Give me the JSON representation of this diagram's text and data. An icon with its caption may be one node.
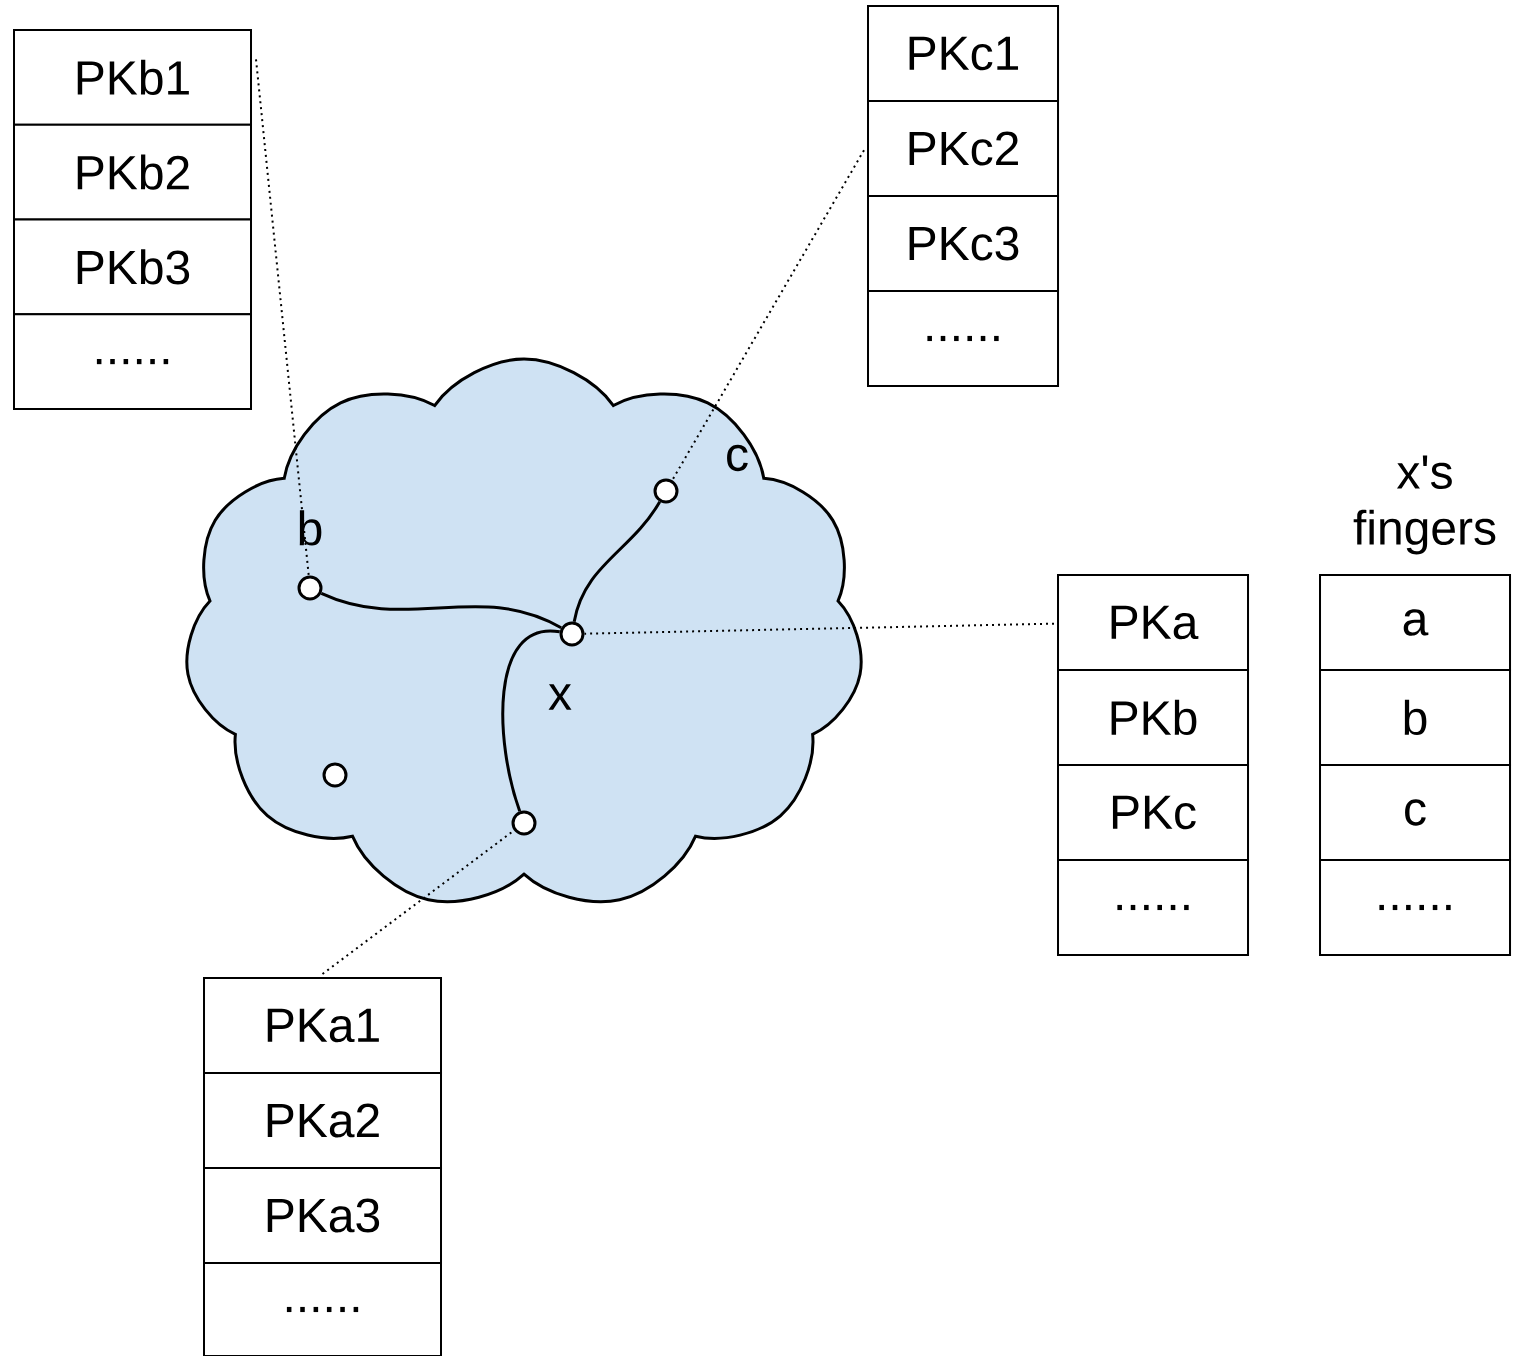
{
  "diagram": {
    "nodes": [
      {
        "text": [],
        "shape": "box"
      },
      {
        "text": [
          "PKb1"
        ],
        "in": 0
      },
      {
        "text": [
          "PKb2"
        ],
        "in": 0
      },
      {
        "text": [
          "PKb3"
        ],
        "in": 0
      },
      {
        "text": [
          "......"
        ],
        "in": 0
      },
      {
        "text": [],
        "shape": "box"
      },
      {
        "text": [
          "PKc1"
        ],
        "in": 5
      },
      {
        "text": [
          "PKc2"
        ],
        "in": 5
      },
      {
        "text": [
          "PKc3"
        ],
        "in": 5
      },
      {
        "text": [
          "......"
        ],
        "in": 5
      },
      {
        "text": [],
        "shape": "cloud"
      },
      {
        "text": [],
        "shape": "circle",
        "in": 10,
        "beside": [
          "b"
        ]
      },
      {
        "text": [],
        "shape": "circle",
        "in": 10,
        "beside": [
          "c"
        ]
      },
      {
        "text": [],
        "shape": "circle",
        "in": 10,
        "beside": [
          "x"
        ]
      },
      {
        "text": [],
        "shape": "circle",
        "in": 10
      },
      {
        "text": [],
        "shape": "circle",
        "in": 10
      },
      {
        "text": [],
        "shape": "box"
      },
      {
        "text": [
          "PKa"
        ],
        "in": 16
      },
      {
        "text": [
          "PKb"
        ],
        "in": 16
      },
      {
        "text": [
          "PKc"
        ],
        "in": 16
      },
      {
        "text": [
          "......"
        ],
        "in": 16
      },
      {
        "text": [
          "x's fingers"
        ]
      },
      {
        "text": [
          "a"
        ],
        "in": 21
      },
      {
        "text": [
          "b"
        ],
        "in": 21
      },
      {
        "text": [
          "c"
        ],
        "in": 21
      },
      {
        "text": [
          "......"
        ],
        "in": 21
      },
      {
        "text": [],
        "shape": "box"
      },
      {
        "text": [
          "PKa1"
        ],
        "in": 26
      },
      {
        "text": [
          "PKa2"
        ],
        "in": 26
      },
      {
        "text": [
          "PKa3"
        ],
        "in": 26
      },
      {
        "text": [
          "......"
        ],
        "in": 26
      }
    ],
    "edges": [
      {
        "from": 11,
        "to": 13,
        "arrow": "none"
      },
      {
        "from": 13,
        "to": 12,
        "arrow": "none"
      },
      {
        "from": 13,
        "to": 15,
        "arrow": "none"
      },
      {
        "from": 0,
        "to": 11,
        "arrow": "none",
        "style": "dashed"
      },
      {
        "from": 5,
        "to": 12,
        "arrow": "none",
        "style": "dashed"
      },
      {
        "from": 16,
        "to": 13,
        "arrow": "none",
        "style": "dashed"
      },
      {
        "from": 26,
        "to": 15,
        "arrow": "none",
        "style": "dashed"
      }
    ]
  }
}
